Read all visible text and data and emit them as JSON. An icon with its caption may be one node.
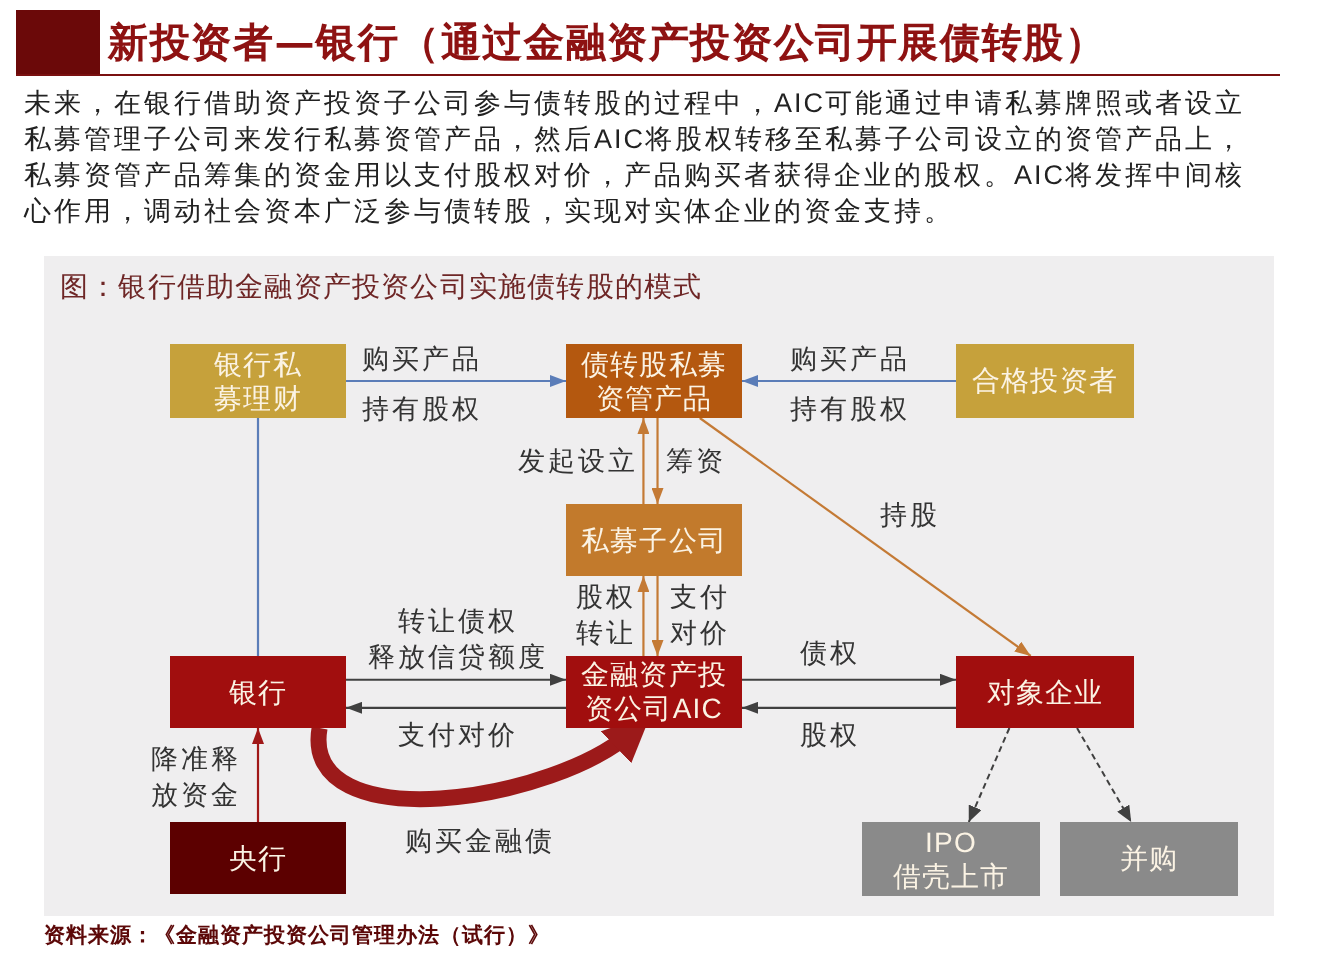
{
  "diagram": {
    "title": "新投资者—银行（通过金融资产投资公司开展债转股）",
    "caption": "图：银行借助金融资产投资公司实施债转股的模式",
    "nodes": [
      {
        "text": [
          "银行私募理财"
        ]
      },
      {
        "text": [
          "债转股私募资管产品"
        ]
      },
      {
        "text": [
          "合格投资者"
        ]
      },
      {
        "text": [
          "私募子公司"
        ]
      },
      {
        "text": [
          "银行"
        ]
      },
      {
        "text": [
          "金融资产投资公司AIC"
        ]
      },
      {
        "text": [
          "对象企业"
        ]
      },
      {
        "text": [
          "央行"
        ]
      },
      {
        "text": [
          "IPO 借壳上市"
        ]
      },
      {
        "text": [
          "并购"
        ]
      }
    ],
    "edges": [
      {
        "from": 0,
        "to": 1,
        "arrow": "to",
        "label": "购买产品",
        "color": "#5b7db8"
      },
      {
        "from": 2,
        "to": 1,
        "arrow": "to",
        "label": "购买产品",
        "color": "#5b7db8"
      },
      {
        "from": 0,
        "to": 4,
        "arrow": "none",
        "color": "#5b7db8"
      },
      {
        "from": 3,
        "to": 1,
        "arrow": "to",
        "label": "发起设立",
        "color": "#c47a35"
      },
      {
        "from": 1,
        "to": 3,
        "arrow": "to",
        "label": "筹资",
        "color": "#c47a35"
      },
      {
        "from": 1,
        "to": 6,
        "arrow": "to",
        "label": "持股",
        "color": "#c47a35"
      },
      {
        "from": 5,
        "to": 3,
        "arrow": "to",
        "label": "股权转让",
        "color": "#c47a35"
      },
      {
        "from": 3,
        "to": 5,
        "arrow": "to",
        "label": "支付对价",
        "color": "#c47a35"
      },
      {
        "from": 4,
        "to": 5,
        "arrow": "to",
        "label": "转让债权释放信贷额度"
      },
      {
        "from": 5,
        "to": 4,
        "arrow": "to",
        "label": "支付对价"
      },
      {
        "from": 5,
        "to": 6,
        "arrow": "to",
        "label": "债权"
      },
      {
        "from": 6,
        "to": 5,
        "arrow": "to",
        "label": "股权"
      },
      {
        "from": 7,
        "to": 4,
        "arrow": "to",
        "label": "降准释放资金",
        "color": "#a01818"
      },
      {
        "from": 4,
        "to": 5,
        "arrow": "to",
        "label": "购买金融债",
        "style": "thick",
        "color": "#9c1a1a"
      },
      {
        "from": 6,
        "to": 8,
        "arrow": "to",
        "style": "dashed"
      },
      {
        "from": 6,
        "to": 9,
        "arrow": "to",
        "style": "dashed"
      }
    ],
    "labels": [
      "未来，在银行借助资产投资子公司参与债转股的过程中，AIC可能通过申请私募牌照或者设立私募管理子公司来发行私募资管产品，然后AIC将股权转移至私募子公司设立的资管产品上，私募资管产品筹集的资金用以支付股权对价，产品购买者获得企业的股权。AIC将发挥中间核心作用，调动社会资本广泛参与债转股，实现对实体企业的资金支持。",
      "持有股权",
      "持有股权",
      "资料来源：《金融资产投资公司管理办法（试行）》"
    ]
  }
}
